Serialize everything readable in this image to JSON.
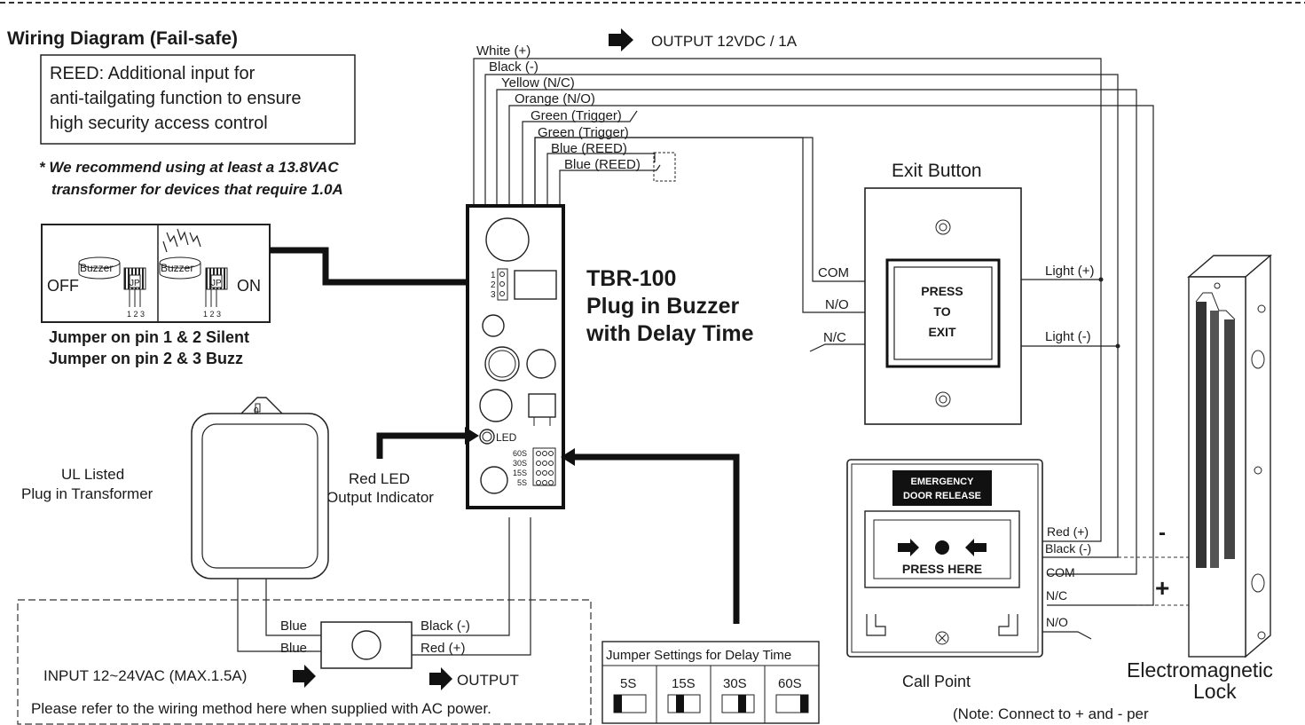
{
  "title": "Wiring Diagram (Fail-safe)",
  "reed_note": [
    "REED: Additional input for",
    "anti-tailgating function to ensure",
    "high security access control"
  ],
  "recommend_note": [
    "* We recommend using at least a 13.8VAC",
    "transformer for devices that require 1.0A"
  ],
  "output_label": "OUTPUT 12VDC / 1A",
  "wires": [
    "White (+)",
    "Black (-)",
    "Yellow (N/C)",
    "Orange (N/O)",
    "Green (Trigger)",
    "Green (Trigger)",
    "Blue (REED)",
    "Blue (REED)"
  ],
  "buzzer": {
    "off": "OFF",
    "on": "ON",
    "word": "Buzzer",
    "jp": "JP",
    "pins": "1 2 3",
    "note1": "Jumper on pin 1 & 2 Silent",
    "note2": "Jumper on pin 2 & 3 Buzz"
  },
  "module": {
    "name1": "TBR-100",
    "name2": "Plug in Buzzer",
    "name3": "with Delay Time",
    "led": "LED",
    "pin1": "1",
    "pin2": "2",
    "pin3": "3",
    "t60": "60S",
    "t30": "30S",
    "t15": "15S",
    "t5": "5S"
  },
  "red_led": [
    "Red LED",
    "Output Indicator"
  ],
  "transformer": [
    "UL Listed",
    "Plug in Transformer"
  ],
  "transformer_mark": "0",
  "psu": {
    "blue1": "Blue",
    "blue2": "Blue",
    "black": "Black (-)",
    "red": "Red (+)",
    "input": "INPUT 12~24VAC (MAX.1.5A)",
    "output": "OUTPUT",
    "note": "Please refer to the wiring method here when supplied with AC power."
  },
  "jumper_settings": {
    "title": "Jumper Settings for Delay Time",
    "options": [
      "5S",
      "15S",
      "30S",
      "60S"
    ]
  },
  "exit_button": {
    "title": "Exit Button",
    "face": [
      "PRESS",
      "TO",
      "EXIT"
    ],
    "com": "COM",
    "no": "N/O",
    "nc": "N/C",
    "light_pos": "Light (+)",
    "light_neg": "Light (-)"
  },
  "call_point": {
    "header": [
      "EMERGENCY",
      "DOOR RELEASE"
    ],
    "press": "PRESS HERE",
    "label": "Call Point",
    "red": "Red (+)",
    "black": "Black (-)",
    "com": "COM",
    "nc": "N/C",
    "no": "N/O"
  },
  "lock": {
    "label1": "Electromagnetic",
    "label2": "Lock",
    "minus": "-",
    "plus": "+"
  },
  "bottom_note": "(Note: Connect to + and - per"
}
